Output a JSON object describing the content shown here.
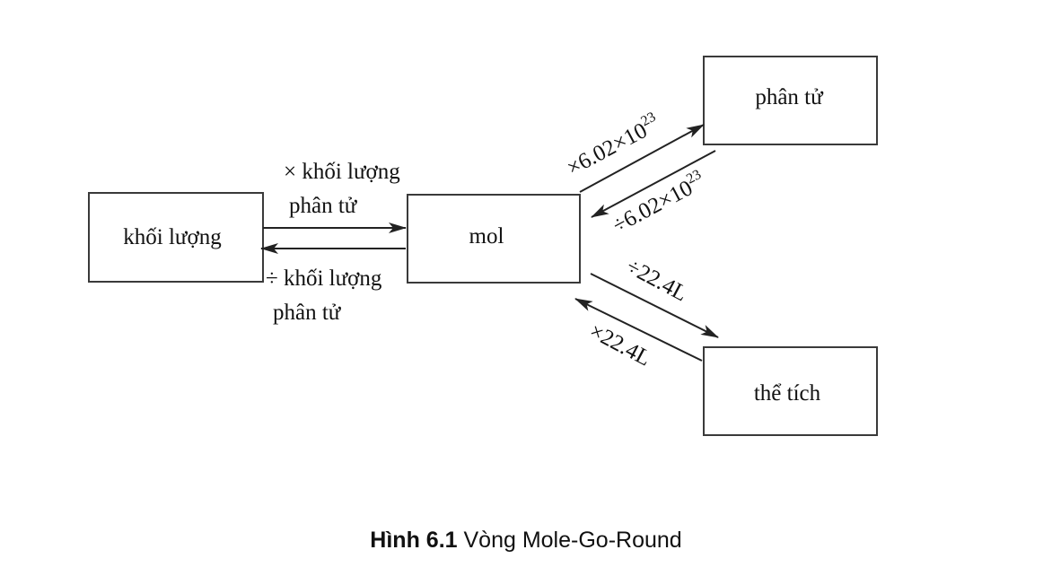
{
  "nodes": {
    "mass": "khối lượng",
    "mol": "mol",
    "molecule": "phân tử",
    "volume": "thể tích"
  },
  "edges": {
    "mass_to_mol": {
      "line1": "× khối lượng",
      "line2": "phân tử"
    },
    "mol_to_mass": {
      "line1": "÷ khối lượng",
      "line2": "phân tử"
    },
    "mol_to_molecule": {
      "base": "×6.02×10",
      "exp": "23"
    },
    "molecule_to_mol": {
      "base": "÷6.02×10",
      "exp": "23"
    },
    "mol_to_volume": "÷22.4L",
    "volume_to_mol": "×22.4L"
  },
  "caption": {
    "label": "Hình 6.1",
    "text": "Vòng Mole-Go-Round"
  }
}
